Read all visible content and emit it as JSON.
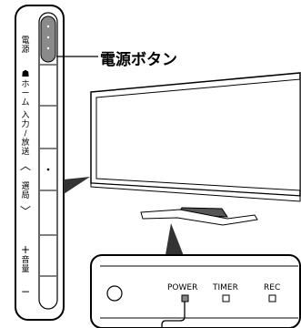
{
  "remote_buttons": [
    {
      "label": "電源"
    },
    {
      "label": "ホーム"
    },
    {
      "label": "入力/放送"
    },
    {
      "label": "選局"
    },
    {
      "label": "音量"
    }
  ],
  "symbols": {
    "home": "☗",
    "channel_up": "︿",
    "channel_down": "﹀",
    "volume_up": "+",
    "volume_down": "−"
  },
  "callout": {
    "label": "電源ボタン"
  },
  "indicator_panel": {
    "items": [
      {
        "label": "POWER"
      },
      {
        "label": "TIMER"
      },
      {
        "label": "REC"
      }
    ]
  }
}
